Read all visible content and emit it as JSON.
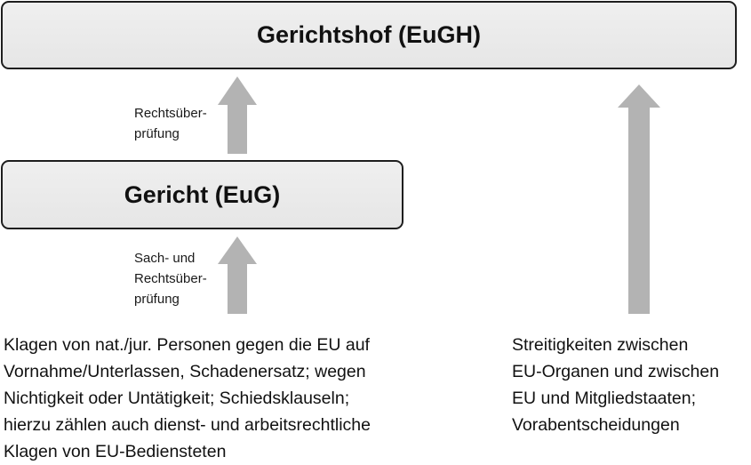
{
  "diagram": {
    "top_box": {
      "label": "Gerichtshof (EuGH)"
    },
    "middle_box": {
      "label": "Gericht (EuG)"
    },
    "arrow_labels": {
      "upper": "Rechtsüber-\nprüfung",
      "lower": "Sach- und\nRechtsüber-\nprüfung"
    },
    "descriptions": {
      "left": "Klagen von nat./jur. Personen gegen die EU auf\nVornahme/Unterlassen, Schadenersatz; wegen\nNichtigkeit oder Untätigkeit; Schiedsklauseln;\nhierzu zählen auch dienst- und arbeitsrechtliche\nKlagen von EU-Bediensteten",
      "right": "Streitigkeiten zwischen\nEU-Organen und zwischen\nEU und Mitgliedstaaten;\nVorabentscheidungen"
    },
    "colors": {
      "box_fill": "#e9e9e9",
      "box_border": "#1e1e1e",
      "arrow_fill": "#b3b3b3"
    }
  }
}
